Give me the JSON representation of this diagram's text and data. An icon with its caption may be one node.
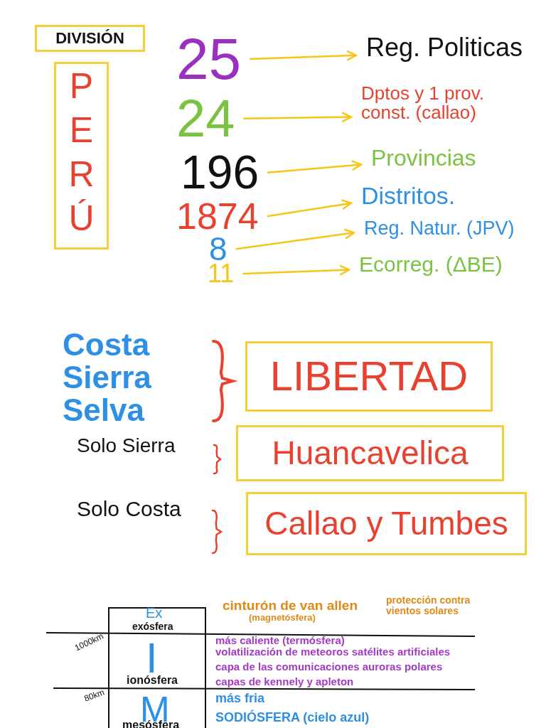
{
  "diagram": {
    "nodes": [
      {
        "text": [
          "DIVISIÓN"
        ]
      },
      {
        "text": [
          "PERÚ"
        ]
      },
      {
        "text": [
          "25"
        ]
      },
      {
        "text": [
          "24"
        ]
      },
      {
        "text": [
          "196"
        ]
      },
      {
        "text": [
          "1874"
        ]
      },
      {
        "text": [
          "8"
        ]
      },
      {
        "text": [
          "11"
        ]
      },
      {
        "text": [
          "Reg. Politicas"
        ]
      },
      {
        "text": [
          "Dptos y 1 prov. const. (callao)"
        ]
      },
      {
        "text": [
          "Provincias"
        ]
      },
      {
        "text": [
          "Distritos."
        ]
      },
      {
        "text": [
          "Reg. Natur. (JPV)"
        ]
      },
      {
        "text": [
          "Ecorreg. (ΔBE)"
        ]
      },
      {
        "text": [
          "LIBERTAD"
        ]
      },
      {
        "text": [
          "Huancavelica"
        ]
      },
      {
        "text": [
          "Callao y Tumbes"
        ]
      }
    ],
    "edges": [
      {
        "from": 2,
        "to": 8,
        "arrow": "to"
      },
      {
        "from": 3,
        "to": 9,
        "arrow": "to"
      },
      {
        "from": 4,
        "to": 10,
        "arrow": "to"
      },
      {
        "from": 5,
        "to": 11,
        "arrow": "to"
      },
      {
        "from": 6,
        "to": 12,
        "arrow": "to"
      },
      {
        "from": 7,
        "to": 13,
        "arrow": "to"
      }
    ],
    "labels": [
      "Costa Sierra Selva",
      "Solo Sierra",
      "Solo Costa",
      "Ex",
      "exósfera",
      "cinturón de van allen",
      "(magnetósfera)",
      "protección contra vientos solares",
      "1000km",
      "I",
      "más caliente (termósfera)",
      "volatilización de meteoros satélites artificiales",
      "capa de las comunicaciones auroras polares",
      "ionósfera",
      "capas de kennely y apleton",
      "80km",
      "M",
      "más fria",
      "SODIÓSFERA (cielo azul)",
      "mesósfera"
    ]
  }
}
